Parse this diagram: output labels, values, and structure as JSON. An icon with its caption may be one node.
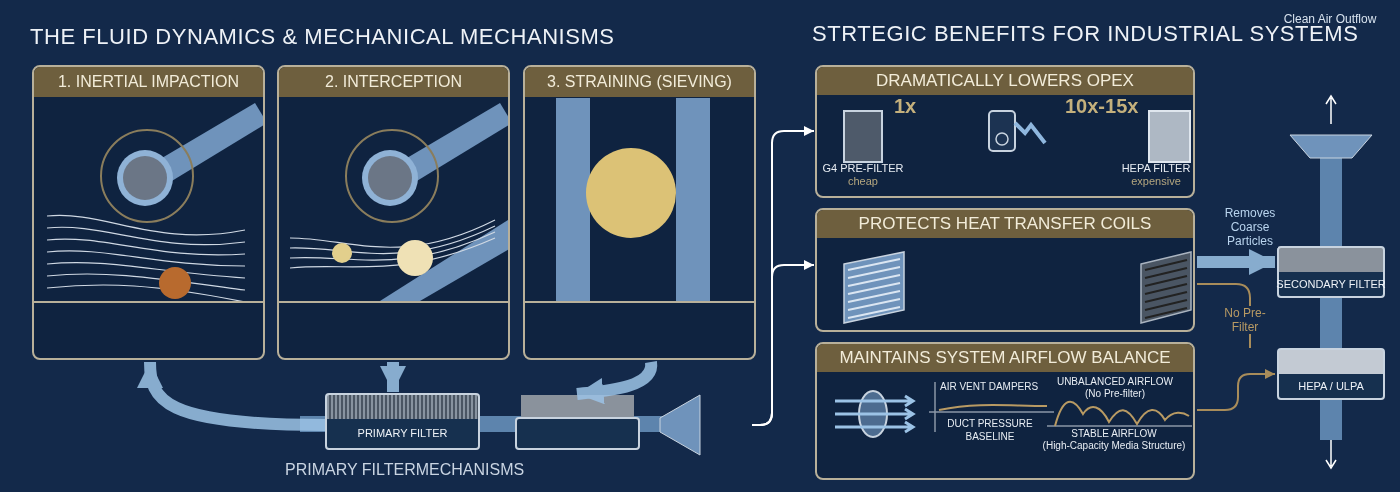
{
  "diagram": {
    "title": "THE FLUID DYNAMICS & MECHANICAL MECHANISMS",
    "caption": "PRIMARY FILTERMECHANISMS",
    "nodes": [
      {
        "text": [
          "1. INERTIAL IMPACTION"
        ]
      },
      {
        "text": [
          "2. INTERCEPTION"
        ]
      },
      {
        "text": [
          "3. STRAINING (SIEVING)"
        ]
      },
      {
        "text": [
          "PRIMARY FILTER"
        ]
      },
      {
        "text": [],
        "shape": "box"
      },
      {
        "text": [
          "DRAMATICALLY LOWERS OPEX"
        ]
      },
      {
        "text": [
          "PROTECTS HEAT TRANSFER COILS"
        ]
      },
      {
        "text": [
          "MAINTAINS SYSTEM AIRFLOW BALANCE"
        ]
      },
      {
        "text": [
          "SECONDARY FILTER"
        ]
      },
      {
        "text": [
          "HEPA / ULPA"
        ]
      }
    ],
    "edges": [
      {
        "from": 3,
        "to": 0,
        "arrow": "to",
        "style": "thick"
      },
      {
        "from": 1,
        "to": 3,
        "arrow": "to",
        "style": "thick"
      },
      {
        "from": 2,
        "to": 4,
        "arrow": "to",
        "style": "thick"
      },
      {
        "from": null,
        "to": 5,
        "arrow": "to",
        "color": "#ffffff"
      },
      {
        "from": null,
        "to": 6,
        "arrow": "to",
        "color": "#ffffff"
      },
      {
        "from": 6,
        "to": 8,
        "arrow": "to",
        "label": "Removes Coarse Particles",
        "style": "thick"
      },
      {
        "from": 6,
        "to": null,
        "arrow": "none",
        "label": "No Pre-Filter",
        "color": "#a88c5a"
      },
      {
        "from": 7,
        "to": 9,
        "arrow": "to",
        "color": "#a88c5a"
      }
    ],
    "labels": [
      "STRTEGIC BENEFITS FOR INDUSTRIAL SYSTEMS",
      "Clean Air Outflow",
      "1x",
      "10x-15x",
      "G4 PRE-FILTER",
      "cheap",
      "HEPA FILTER",
      "expensive",
      "AIR VENT DAMPERS",
      "DUCT PRESSURE BASELINE",
      "UNBALANCED AIRFLOW",
      "(No Pre-filter)",
      "STABLE AIRFLOW",
      "(High-Capacity Media Structure)"
    ]
  }
}
